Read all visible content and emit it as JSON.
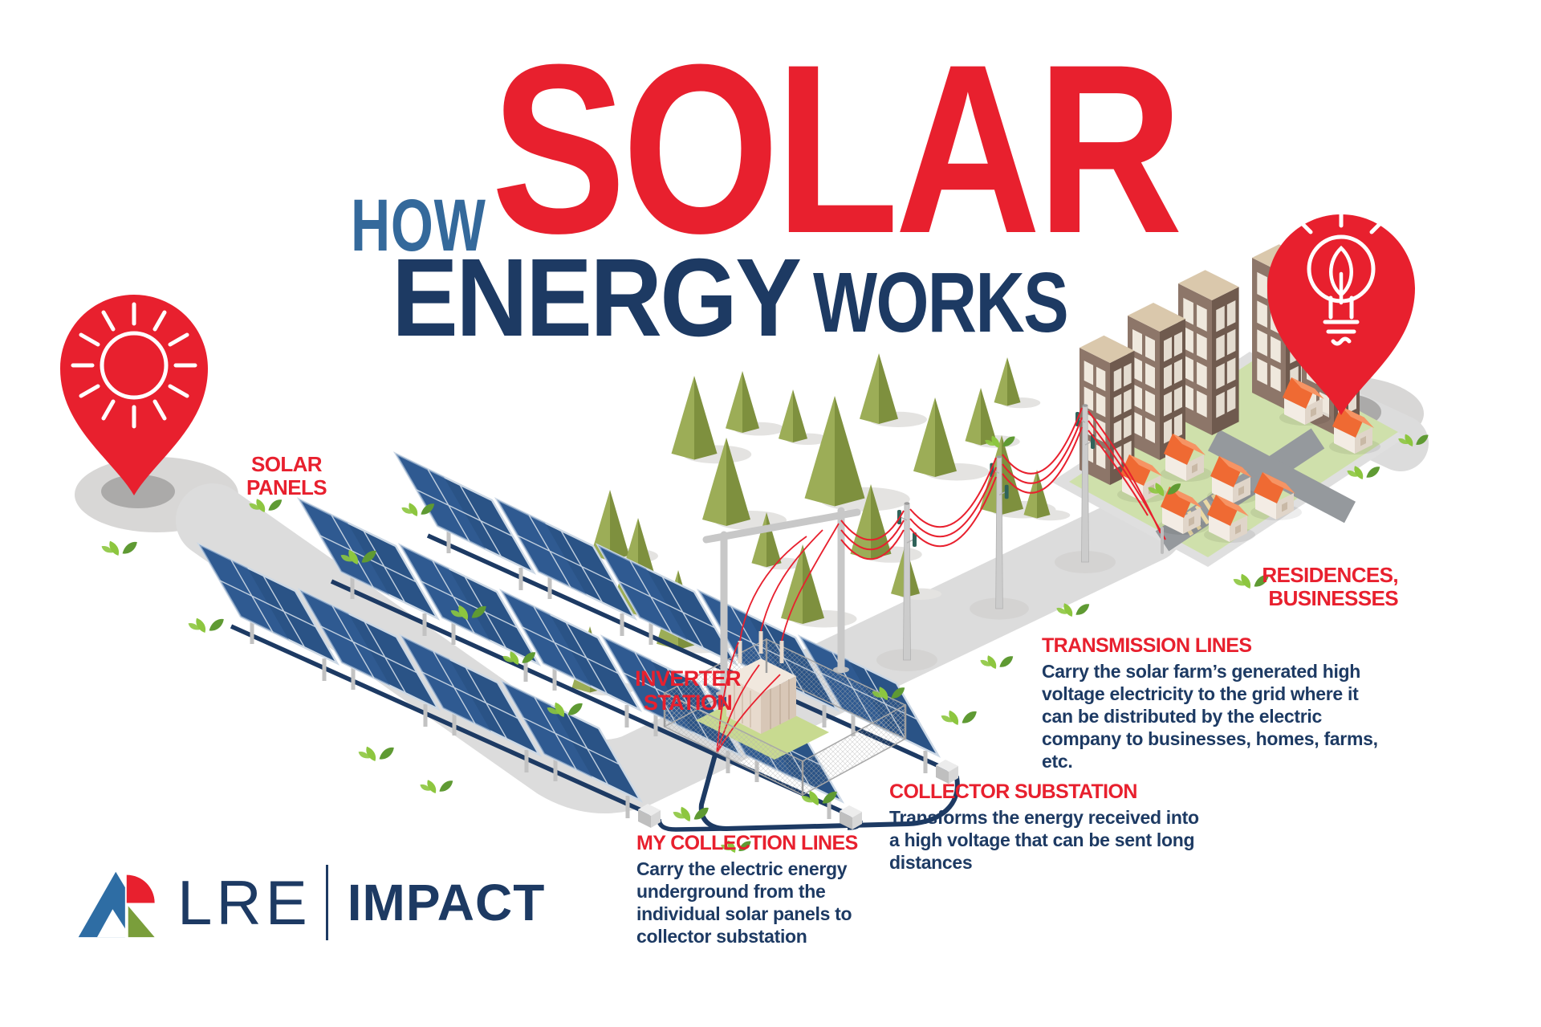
{
  "colors": {
    "accent_red": "#e8202e",
    "navy": "#1d3a63",
    "steel_blue": "#34699b"
  },
  "title": {
    "word_how": "HOW",
    "word_solar": "SOLAR",
    "word_energy": "ENERGY",
    "word_works": "WORKS"
  },
  "callouts": {
    "solar_panels": {
      "heading": "SOLAR PANELS"
    },
    "inverter_station": {
      "heading": "INVERTER STATION"
    },
    "my_collection_lines": {
      "heading": "MY COLLECTION LINES",
      "body": "Carry the electric energy underground from the individual solar panels to collector substation"
    },
    "collector_substation": {
      "heading": "COLLECTOR SUBSTATION",
      "body": "Transforms the energy received into a high voltage that can be sent long distances"
    },
    "transmission_lines": {
      "heading": "TRANSMISSION LINES",
      "body": "Carry the solar farm’s generated high voltage electricity to the grid where it can be distributed by the electric company to businesses, homes, farms, etc."
    },
    "residences_businesses": {
      "heading": "RESIDENCES, BUSINESSES"
    }
  },
  "logo": {
    "brand": "LRE",
    "suffix": "IMPACT"
  }
}
